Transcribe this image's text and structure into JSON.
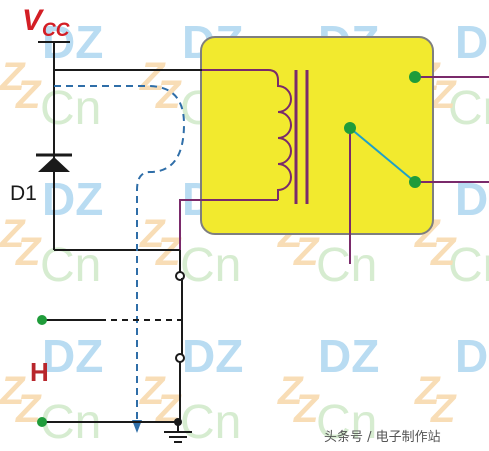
{
  "labels": {
    "vcc_main": "V",
    "vcc_sub": "CC",
    "diode": "D1",
    "h_switch": "H"
  },
  "watermark": {
    "logo": "DZ",
    "suffix": "Cn",
    "credit": "头条号 / 电子制作站"
  },
  "colors": {
    "wire": "#1a1a1a",
    "coil_wire": "#7a2a6b",
    "contact_arm": "#1fa0c8",
    "relay_box": "#f2ea2e",
    "relay_border": "#7f7f7f",
    "dashed_line": "#2f6ea8",
    "terminal": "#1f9c3a",
    "vcc_label": "#d31e25",
    "h_label": "#b8262c"
  }
}
